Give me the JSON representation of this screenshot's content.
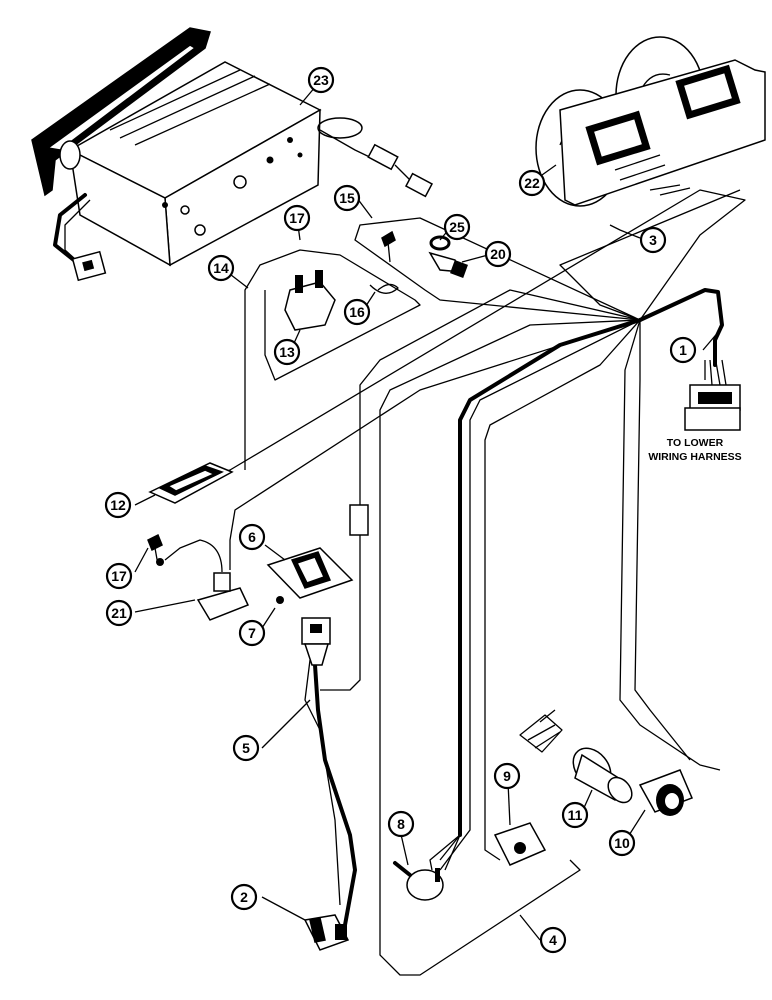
{
  "callouts": [
    "1",
    "2",
    "3",
    "4",
    "5",
    "6",
    "7",
    "8",
    "9",
    "10",
    "11",
    "12",
    "13",
    "14",
    "15",
    "16",
    "17",
    "17",
    "20",
    "21",
    "22",
    "23",
    "25"
  ],
  "note": {
    "line1": "TO LOWER",
    "line2": "WIRING HARNESS"
  },
  "colors": {
    "ink": "#000000",
    "paper": "#ffffff"
  }
}
